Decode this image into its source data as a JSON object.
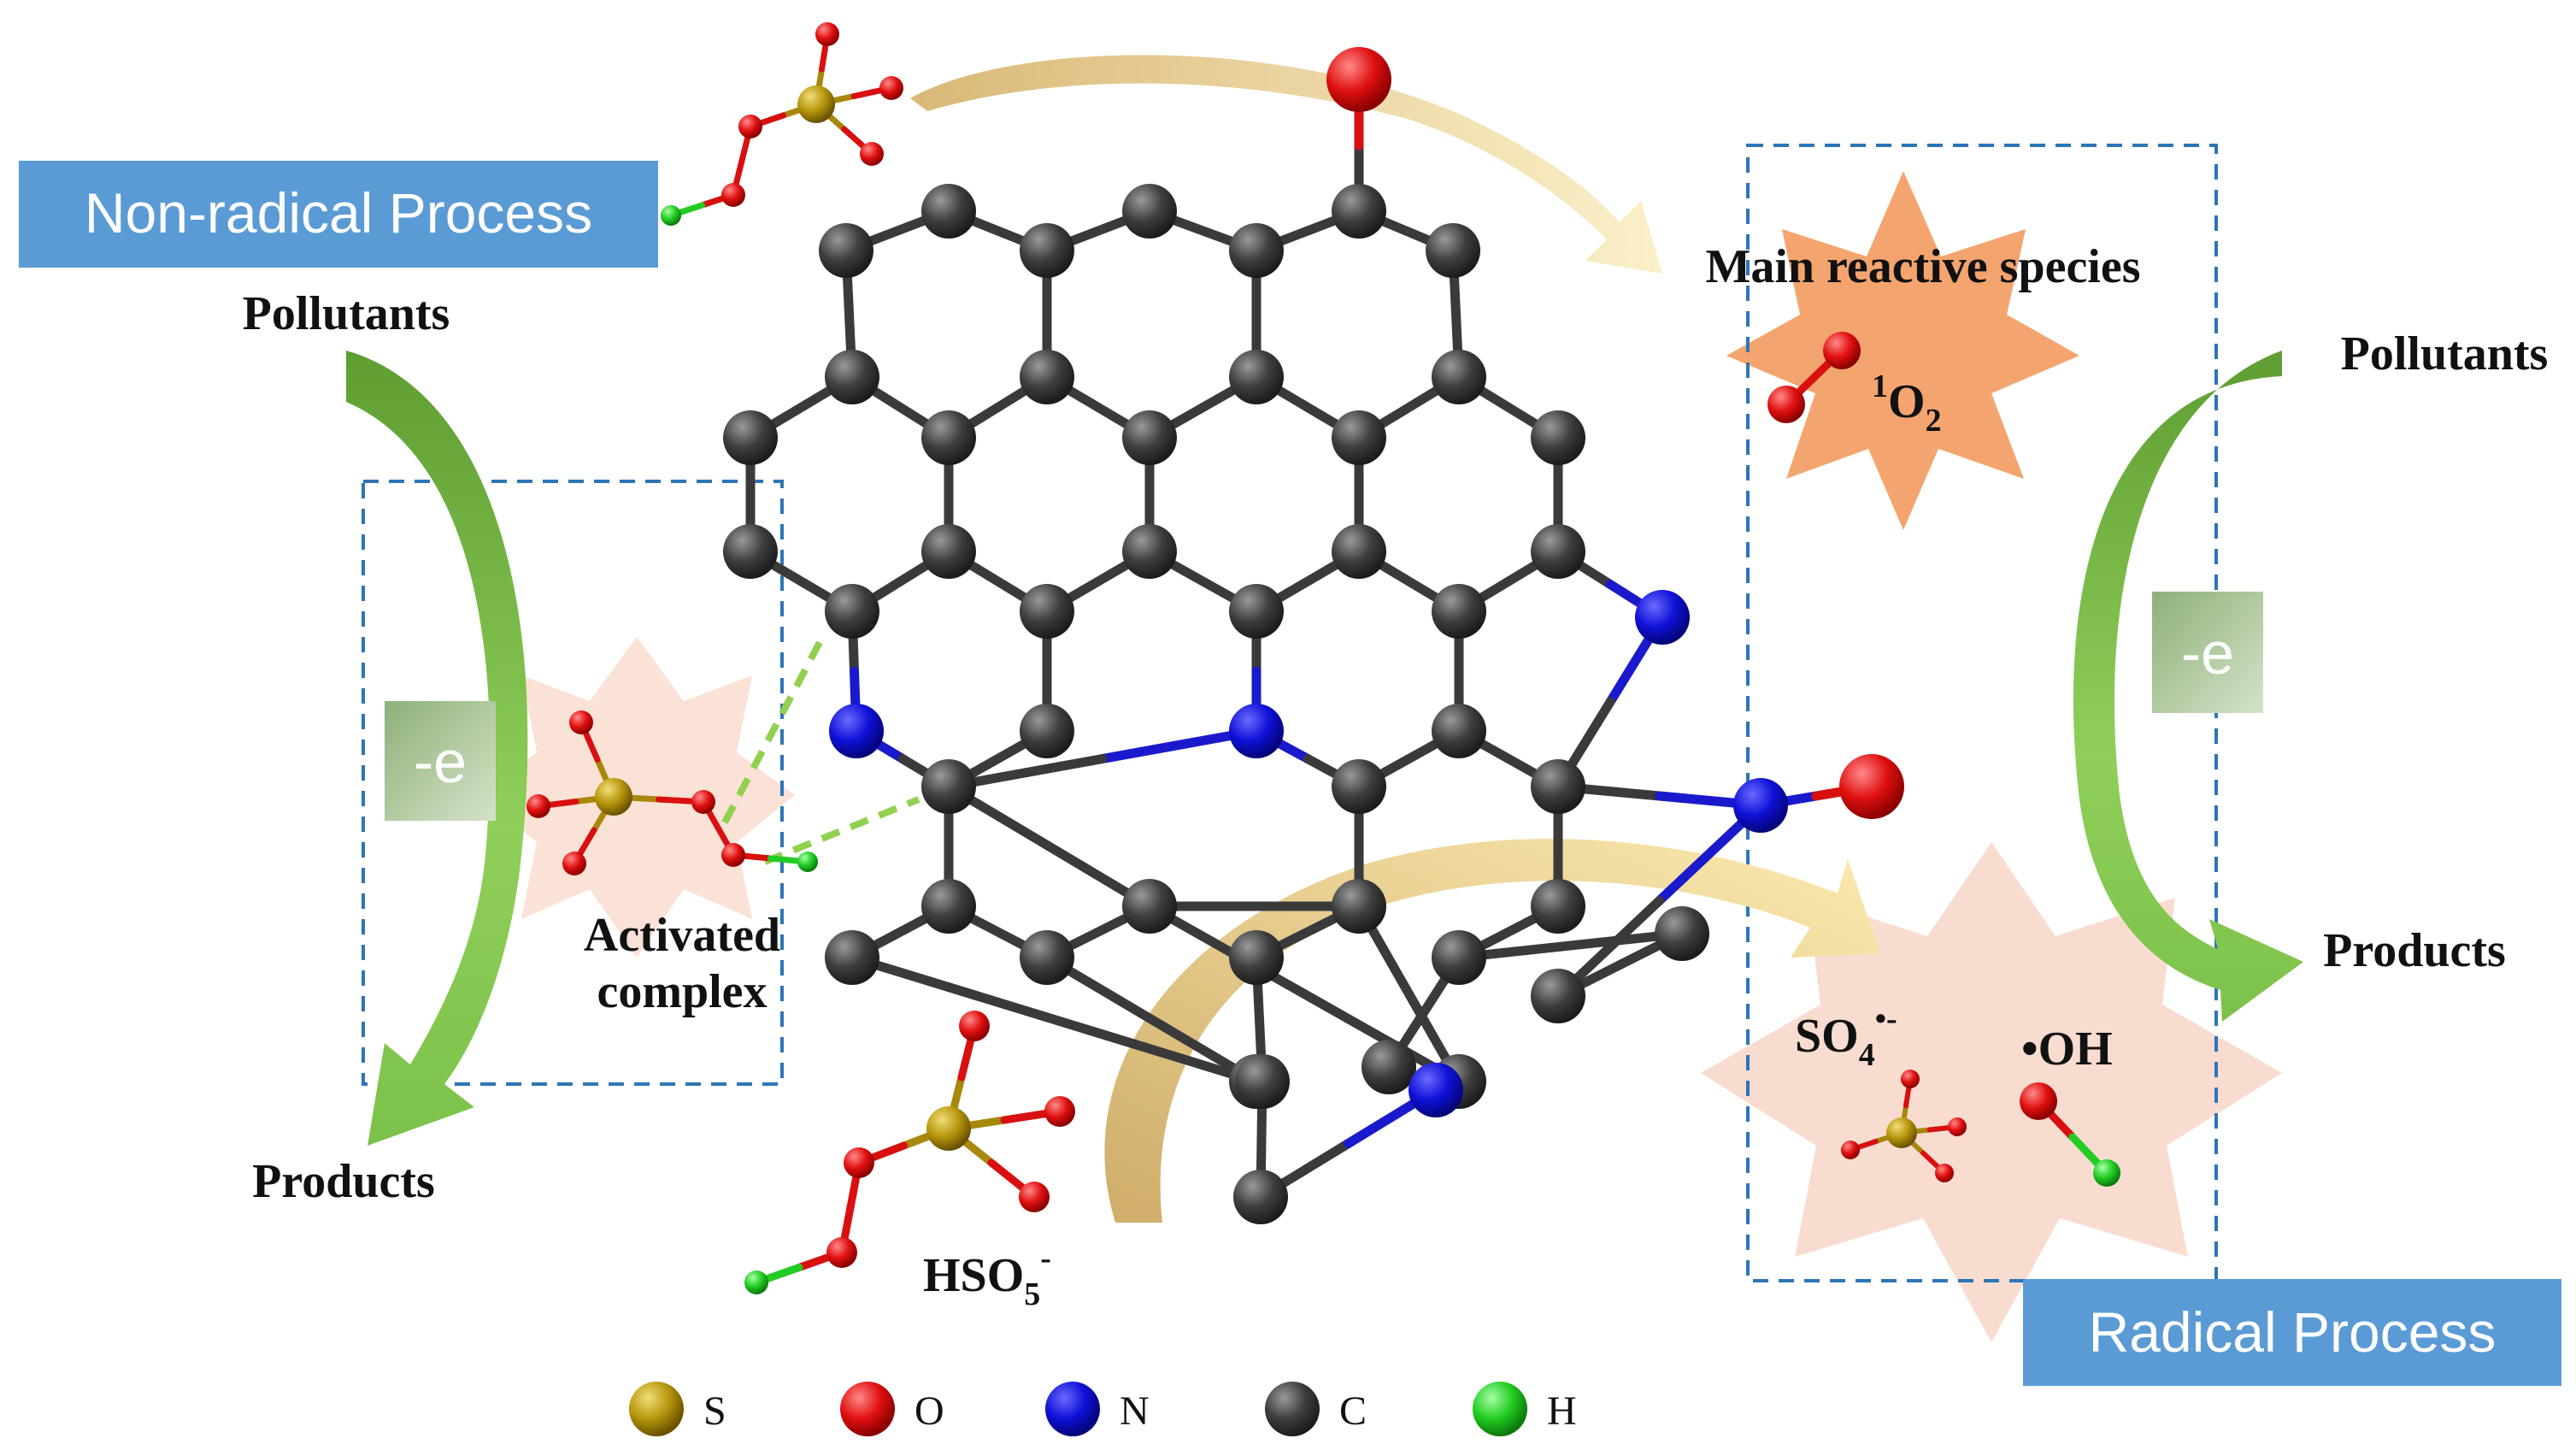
{
  "labels": {
    "nonradical_process": "Non-radical Process",
    "radical_process": "Radical Process",
    "pollutants_left": "Pollutants",
    "products_left": "Products",
    "pollutants_right": "Pollutants",
    "products_right": "Products",
    "electron_left": "-e",
    "electron_right": "-e",
    "activated_line1": "Activated",
    "activated_line2": "complex",
    "main_species": "Main reactive species",
    "singlet_super": "1",
    "singlet_base": "O",
    "singlet_sub": "2",
    "hso5_base": "HSO",
    "hso5_sub": "5",
    "hso5_sup": "-",
    "so4_base": "SO",
    "so4_sub": "4",
    "so4_sup": "•-",
    "oh_label": "•OH"
  },
  "legend": [
    {
      "symbol": "S",
      "color": "#b8960c"
    },
    {
      "symbol": "O",
      "color": "#e01010"
    },
    {
      "symbol": "N",
      "color": "#1010d8"
    },
    {
      "symbol": "C",
      "color": "#3c3c3c"
    },
    {
      "symbol": "H",
      "color": "#22cc22"
    }
  ],
  "colors": {
    "process_box": "#5b9bd5",
    "dashed_box": "#2e75b6",
    "green_arrow": "#70ad47",
    "tan_arrow": "#e2c98a",
    "burst_orange": "#f4a46e",
    "burst_pink": "#f9dcd0",
    "bond": "#3a3a3a"
  }
}
